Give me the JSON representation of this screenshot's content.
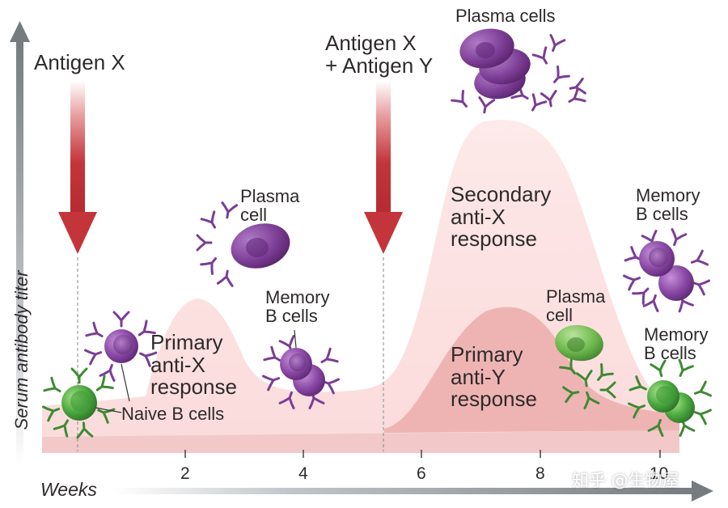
{
  "axes": {
    "y_label": "Serum antibody titer",
    "x_label": "Weeks",
    "x_ticks": [
      "2",
      "4",
      "6",
      "8",
      "10"
    ]
  },
  "antigen_labels": {
    "first": "Antigen X",
    "second": "Antigen X\n+ Antigen Y"
  },
  "response_labels": {
    "primary_x": "Primary\nanti-X\nresponse",
    "secondary_x": "Secondary\nanti-X\nresponse",
    "primary_y": "Primary\nanti-Y\nresponse"
  },
  "cell_labels": {
    "naive": "Naive B cells",
    "plasma_1": "Plasma\ncell",
    "memory_1": "Memory\nB cells",
    "plasma_top": "Plasma cells",
    "memory_2": "Memory\nB cells",
    "plasma_2": "Plasma\ncell",
    "memory_3": "Memory\nB cells"
  },
  "watermark": "知乎 @生物屋",
  "colors": {
    "antigen_arrow": "#c3353b",
    "axis_arrow": "#8e9399",
    "anti_x_fill": "#fbdcdc",
    "anti_y_fill": "#eeb4b4",
    "base_band": "#f2c8c8",
    "plasma_cell": "#7b3d95",
    "memory_cell": "#8a4aa6",
    "naive_cell": "#4aa83f",
    "plasma_cell_y": "#6cb64c"
  }
}
